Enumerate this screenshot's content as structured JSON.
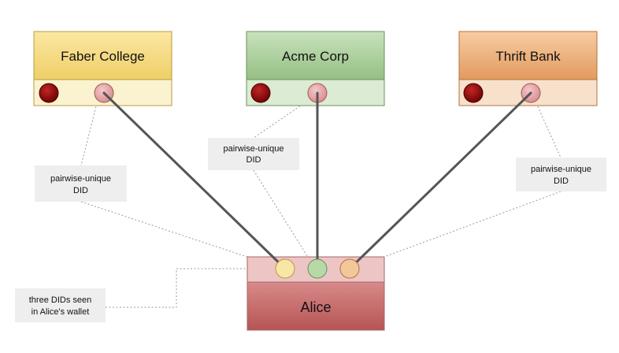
{
  "entities": [
    {
      "id": "faber",
      "name": "Faber College",
      "header_color": "#f5d77a",
      "body_color": "#fbf3cf"
    },
    {
      "id": "acme",
      "name": "Acme Corp",
      "header_color": "#a9cc99",
      "body_color": "#dcebd3"
    },
    {
      "id": "thrift",
      "name": "Thrift Bank",
      "header_color": "#eeb37c",
      "body_color": "#f7e1cc"
    }
  ],
  "alice": {
    "name": "Alice",
    "header_color": "#c66a6a",
    "body_color": "#eec5c5",
    "did_colors": [
      "#f7e6a6",
      "#b8d9a7",
      "#f2c89b"
    ]
  },
  "notes": {
    "left_line1": "pairwise-unique",
    "left_line2": "DID",
    "center_line1": "pairwise-unique",
    "center_line2": "DID",
    "right_line1": "pairwise-unique",
    "right_line2": "DID",
    "wallet_line1": "three DIDs seen",
    "wallet_line2": "in Alice's wallet"
  },
  "colors": {
    "red_dot": "#8b0000",
    "pink_dot": "#eaa8aa",
    "connector": "#555555",
    "dotted": "#9a9a9a",
    "note_box": "#eeeeee"
  }
}
